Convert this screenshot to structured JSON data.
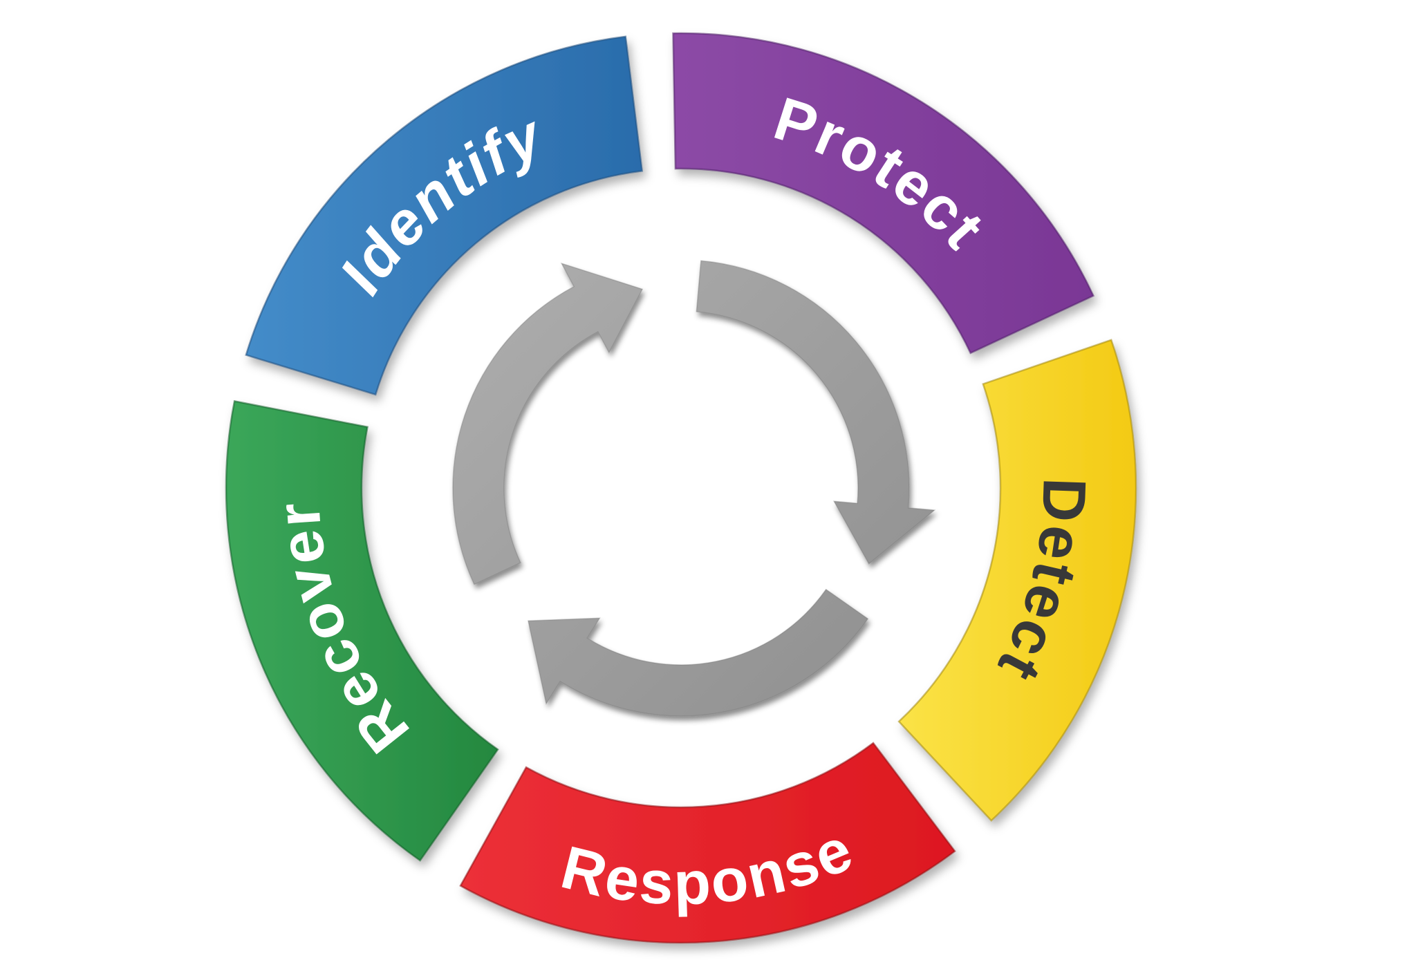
{
  "diagram": {
    "type": "cycle",
    "background": "#ffffff",
    "arrow_color_light": "#b5b5b5",
    "arrow_color_dark": "#8a8a8a",
    "arrow_edge_color": "#6e6e6e",
    "segments": [
      {
        "id": "protect",
        "label": "Protect",
        "color": "#7a3795",
        "color_light": "#8c4aa6",
        "edge": "#4f1f68",
        "text_color": "#ffffff",
        "start_angle": -1,
        "end_angle": 65,
        "italic": false,
        "label_dir": "cw"
      },
      {
        "id": "detect",
        "label": "Detect",
        "color": "#f3ca14",
        "color_light": "#fbe347",
        "edge": "#a3880e",
        "text_color": "#383838",
        "start_angle": 71,
        "end_angle": 137,
        "italic": false,
        "label_dir": "cw"
      },
      {
        "id": "response",
        "label": "Response",
        "color": "#dd1820",
        "color_light": "#ec3038",
        "edge": "#8e0d12",
        "text_color": "#ffffff",
        "start_angle": 143,
        "end_angle": 209,
        "italic": false,
        "label_dir": "ccw"
      },
      {
        "id": "recover",
        "label": "Recover",
        "color": "#24883f",
        "color_light": "#3ba75a",
        "edge": "#135c28",
        "text_color": "#ffffff",
        "start_angle": 215,
        "end_angle": 281,
        "italic": false,
        "label_dir": "cw"
      },
      {
        "id": "identify",
        "label": "Identify",
        "color": "#2a6cab",
        "color_light": "#448cc9",
        "edge": "#1d4d7c",
        "text_color": "#ffffff",
        "start_angle": 287,
        "end_angle": 353,
        "italic": true,
        "label_dir": "cw"
      }
    ],
    "arrows": [
      {
        "id": "cycle-arrow-right-down",
        "start": 5,
        "end": 95,
        "tip": 112
      },
      {
        "id": "cycle-arrow-bottom-left",
        "start": 125,
        "end": 212,
        "tip": 229
      },
      {
        "id": "cycle-arrow-left-up",
        "start": 245,
        "end": 332,
        "tip": 349
      }
    ]
  }
}
